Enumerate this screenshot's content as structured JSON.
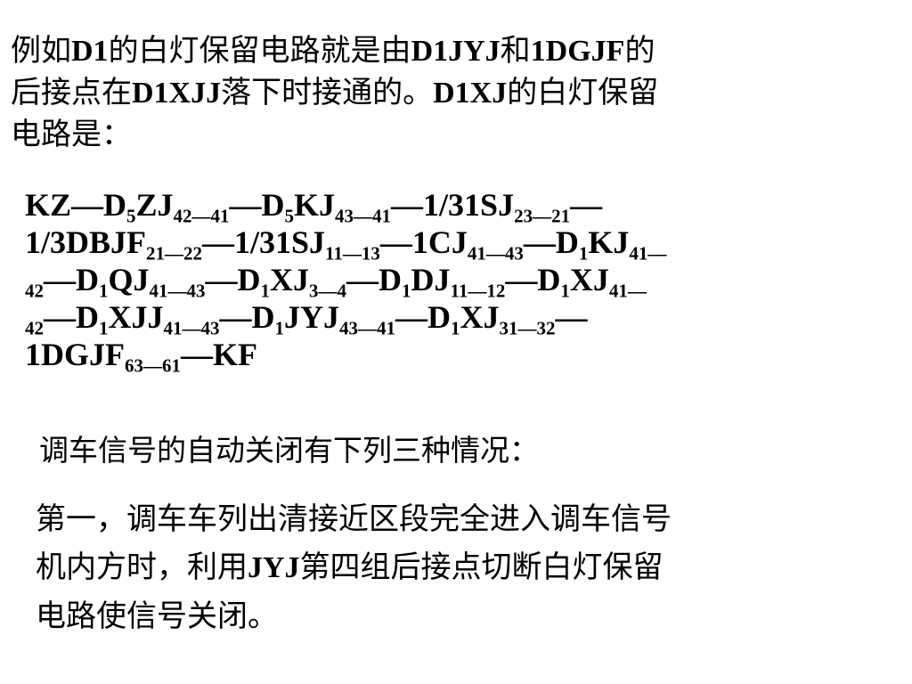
{
  "intro": {
    "line1": [
      "例如",
      "D1",
      "的白灯保留电路就是由",
      "D1JYJ",
      "和",
      "1DGJF",
      "的"
    ],
    "line2": [
      "后接点在",
      "D1XJJ",
      "落下时接通的。",
      "D1XJ",
      "的白灯保留"
    ],
    "line3": [
      "电路是："
    ]
  },
  "circuit": {
    "line1": [
      "KZ—D",
      "5",
      "ZJ",
      "42—41",
      "—D",
      "5",
      "KJ",
      "43—41",
      "—1/31SJ",
      "23—21",
      "—"
    ],
    "line2": [
      "1/3DBJF",
      "21—22",
      "—1/31SJ",
      "11—13",
      "—1CJ",
      "41—43",
      "—D",
      "1",
      "KJ",
      "41—"
    ],
    "line3": [
      "42",
      "—D",
      "1",
      "QJ",
      "41—43",
      "—D",
      "1",
      "XJ",
      "3—4",
      "—D",
      "1",
      "DJ",
      "11—12",
      "—D",
      "1",
      "XJ",
      "41—"
    ],
    "line4": [
      "42",
      "—D",
      "1",
      "XJJ",
      "41—43",
      "—D",
      "1",
      "JYJ",
      "43—41",
      "—D",
      "1",
      "XJ",
      "31—32",
      "—"
    ],
    "line5": [
      "1DGJF",
      "63—61",
      "—KF"
    ]
  },
  "heading": "调车信号的自动关闭有下列三种情况：",
  "first": {
    "line1": "第一，调车车列出清接近区段完全进入调车信号",
    "line2": [
      "机内方时，利用",
      "JYJ",
      "第四组后接点切断白灯保留"
    ],
    "line3": "电路使信号关闭。"
  }
}
